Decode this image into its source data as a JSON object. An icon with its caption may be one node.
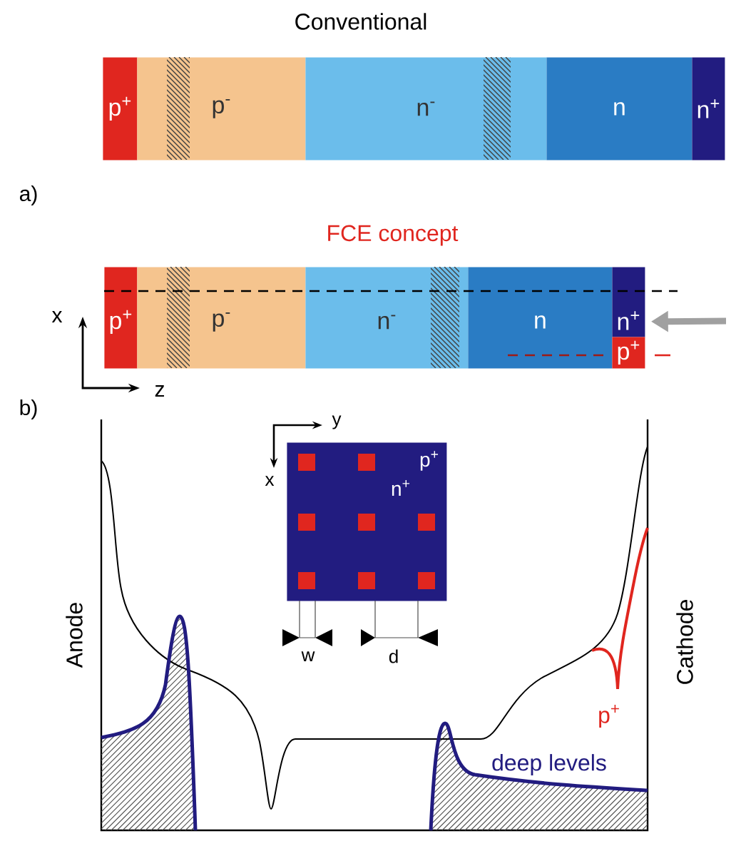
{
  "diagram": {
    "nodes": [
      {
        "text": [
          "p$^{+}$"
        ]
      },
      {
        "text": [
          "p$^{-}$"
        ]
      },
      {
        "text": [
          "n$^{-}$"
        ]
      },
      {
        "text": [
          "n"
        ]
      },
      {
        "text": [
          "n$^{+}$"
        ]
      },
      {
        "text": [
          "p$^{+}$"
        ]
      },
      {
        "text": [
          "p$^{-}$"
        ]
      },
      {
        "text": [
          "n$^{-}$"
        ]
      },
      {
        "text": [
          "n"
        ]
      },
      {
        "text": [
          "n$^{+}$"
        ]
      },
      {
        "text": [
          "p$^{+}$"
        ]
      },
      {
        "text": [
          "p$^{+}$",
          "n$^{+}$"
        ]
      }
    ],
    "edges": [
      {
        "from": null,
        "to": 9,
        "arrow": "to",
        "color": "#a0a0a0"
      }
    ],
    "labels": [
      "Conventional",
      "a)",
      "FCE concept",
      "x",
      "z",
      "b)",
      "y",
      "x",
      "Anode",
      "Cathode",
      "w",
      "d",
      "p$^{+}$",
      "deep levels"
    ]
  }
}
